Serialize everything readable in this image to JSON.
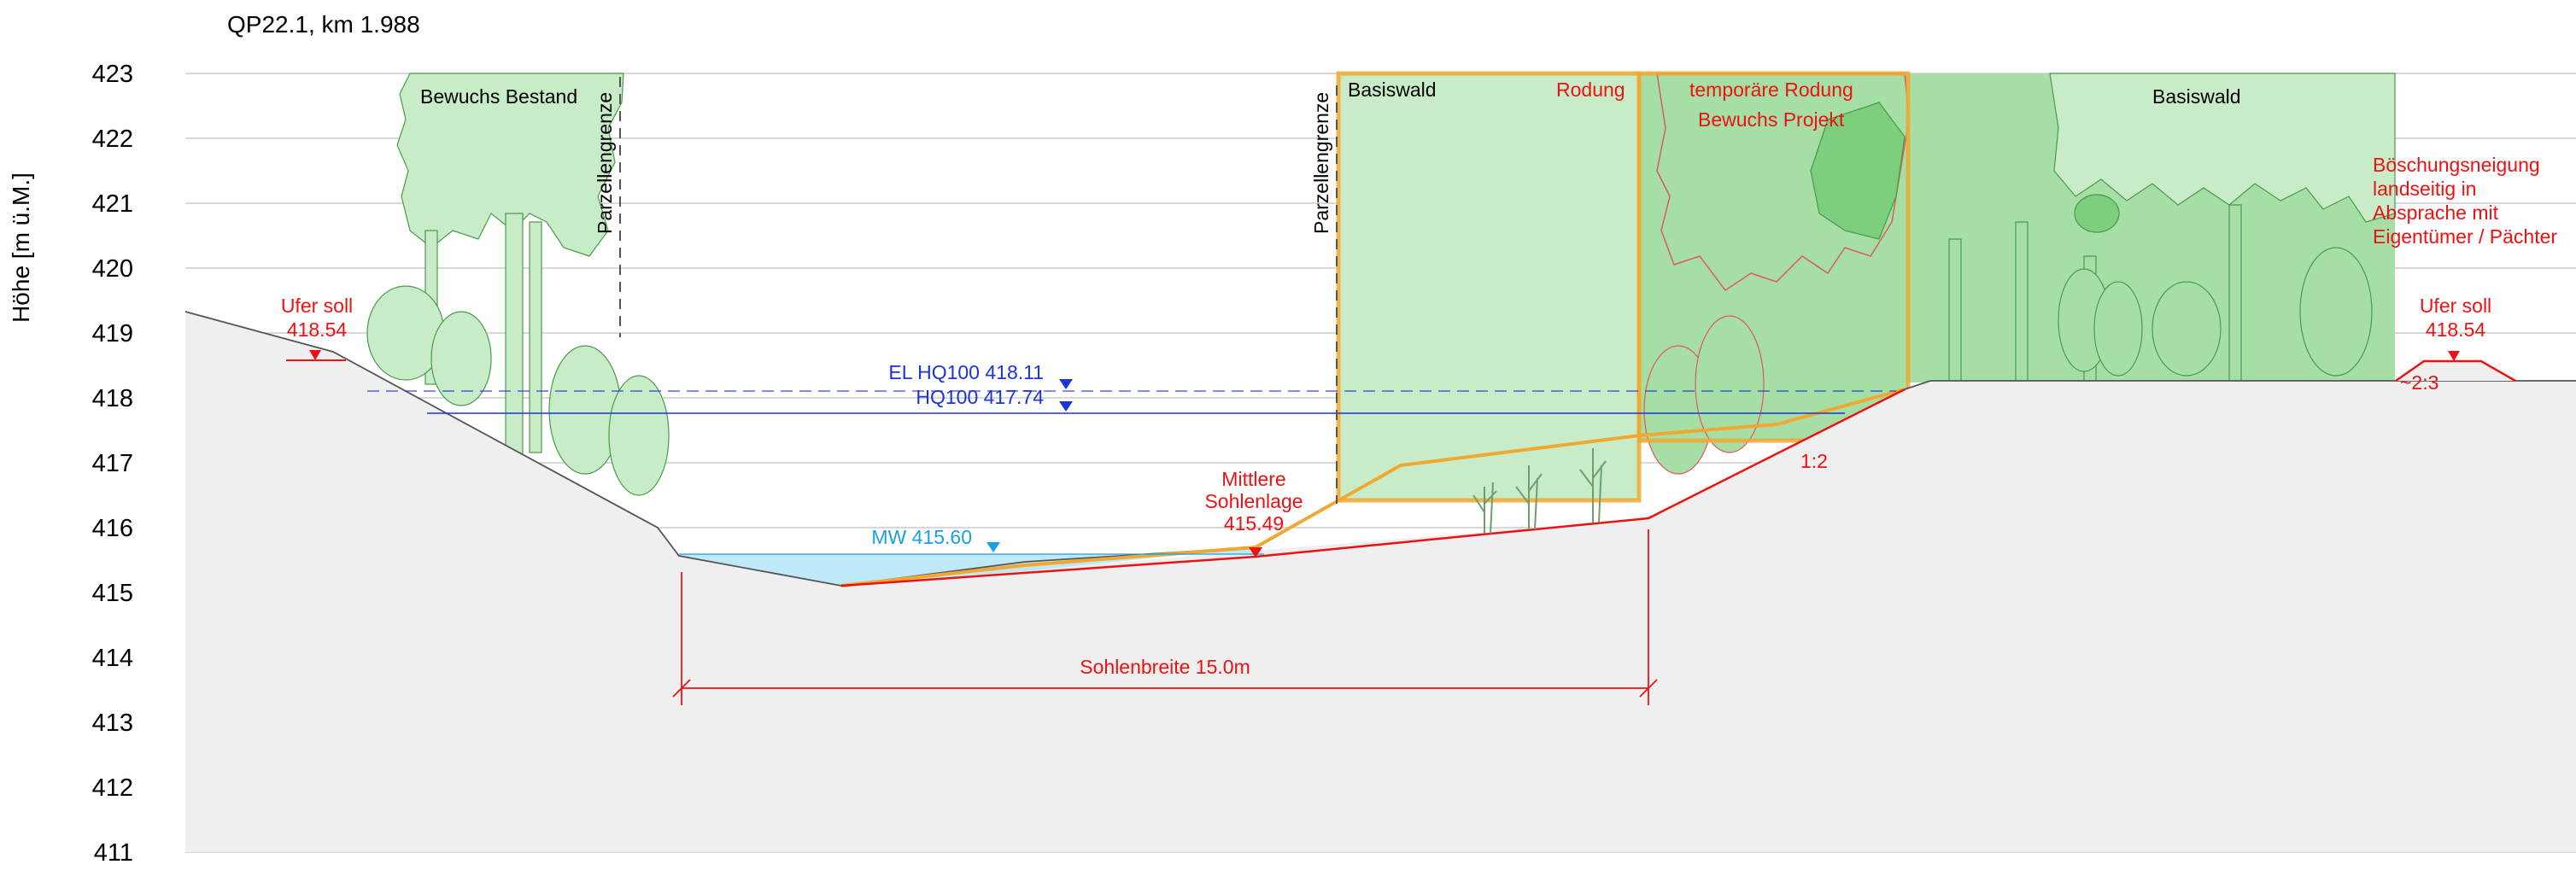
{
  "title": "QP22.1, km 1.988",
  "y_axis": {
    "label": "Höhe [m ü.M.]",
    "ticks": [
      "423",
      "422",
      "421",
      "420",
      "419",
      "418",
      "417",
      "416",
      "415",
      "414",
      "413",
      "412",
      "411"
    ]
  },
  "labels": {
    "bewuchs_bestand": "Bewuchs Bestand",
    "parzellengrenze_left": "Parzellengrenze",
    "parzellengrenze_mid": "Parzellengrenze",
    "basiswald_left": "Basiswald",
    "rodung": "Rodung",
    "temp_rodung": "temporäre Rodung",
    "bewuchs_projekt": "Bewuchs Projekt",
    "basiswald_right": "Basiswald",
    "boeschung_1": "Böschungsneigung",
    "boeschung_2": "landseitig in",
    "boeschung_3": "Absprache mit",
    "boeschung_4": "Eigentümer / Pächter",
    "ufer_left_1": "Ufer soll",
    "ufer_left_2": "418.54",
    "ufer_right_1": "Ufer soll",
    "ufer_right_2": "418.54",
    "slope_right": "~2:3",
    "el_hq100": "EL HQ100 418.11",
    "hq100": "HQ100 417.74",
    "mw": "MW 415.60",
    "mittlere_1": "Mittlere",
    "mittlere_2": "Sohlenlage",
    "mittlere_3": "415.49",
    "slope_12": "1:2",
    "sohlenbreite": "Sohlenbreite 15.0m"
  },
  "colors": {
    "grid": "#cccccc",
    "terrain": "#efefef",
    "terrain_line": "#555555",
    "water": "#bfe8f8",
    "project_red": "#ee1111",
    "hq_blue": "#1a33dd",
    "mw_cyan": "#1aa0dd",
    "forest_light": "#c8ecc8",
    "forest_mid": "#a6dfa6",
    "forest_dark": "#7ccf7c",
    "orange": "#f0a830"
  }
}
